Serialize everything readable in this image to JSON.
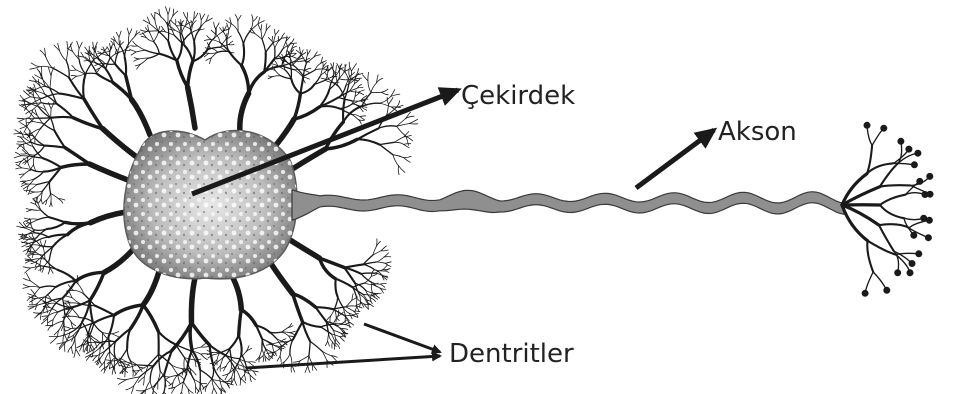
{
  "diagram": {
    "labels": {
      "nucleus": "Çekirdek",
      "axon": "Akson",
      "dendrites": "Dentritler"
    },
    "colors": {
      "ink": "#1a1a1a",
      "axon_fill": "#8a8a8a",
      "soma_fill": "#b9b9b9",
      "background": "#ffffff"
    }
  }
}
